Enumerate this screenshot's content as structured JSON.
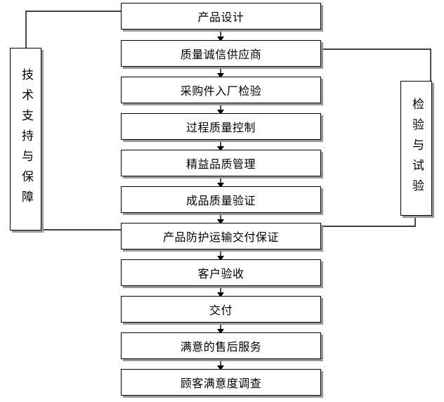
{
  "flow": {
    "steps": [
      {
        "label": "产品设计"
      },
      {
        "label": "质量诚信供应商"
      },
      {
        "label": "采购件入厂检验"
      },
      {
        "label": "过程质量控制"
      },
      {
        "label": "精益品质管理"
      },
      {
        "label": "成品质量验证"
      },
      {
        "label": "产品防护运输交付保证"
      },
      {
        "label": "客户验收"
      },
      {
        "label": "交付"
      },
      {
        "label": "满意的售后服务"
      },
      {
        "label": "顾客满意度调查"
      }
    ]
  },
  "side_boxes": {
    "left": {
      "label": "技术支持与保障"
    },
    "right": {
      "label": "检验与试验"
    }
  }
}
